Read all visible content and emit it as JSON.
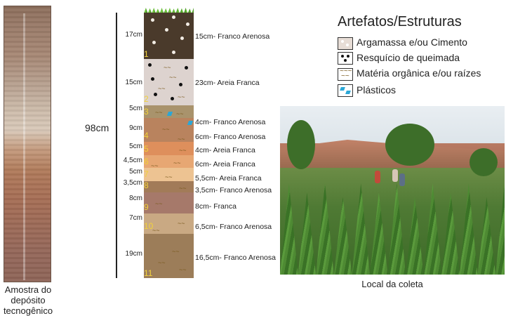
{
  "core_caption": "Amostra do depósito tecnogênico",
  "site_caption": "Local da coleta",
  "total_depth": "98cm",
  "legend": {
    "title": "Artefatos/Estruturas",
    "items": [
      {
        "label": "Argamassa e/ou Cimento",
        "icon": "white-dots-icon"
      },
      {
        "label": "Resquício de queimada",
        "icon": "black-dots-icon"
      },
      {
        "label": "Matéria orgânica e/ou raízes",
        "icon": "organic-matter-icon"
      },
      {
        "label": "Plásticos",
        "icon": "plastic-icon"
      }
    ]
  },
  "layers": [
    {
      "number": "1",
      "thickness": "17cm",
      "description": "15cm- Franco Arenosa",
      "color": "#4a3a2b"
    },
    {
      "number": "2",
      "thickness": "15cm",
      "description": "23cm- Areia Franca",
      "color": "#ddd3cf"
    },
    {
      "number": "3",
      "thickness": "5cm",
      "description": "4cm- Franco Arenosa",
      "color": "#a9936c"
    },
    {
      "number": "4",
      "thickness": "9cm",
      "description": "6cm- Franco Arenosa",
      "color": "#b9835e"
    },
    {
      "number": "5",
      "thickness": "5cm",
      "description": "4cm- Areia Franca",
      "color": "#de8f5c"
    },
    {
      "number": "6",
      "thickness": "4,5cm",
      "description": "6cm- Areia Franca",
      "color": "#e7a773"
    },
    {
      "number": "7",
      "thickness": "5cm",
      "description": "5,5cm- Areia Franca",
      "color": "#edc392"
    },
    {
      "number": "8",
      "thickness": "3,5cm",
      "description": "3,5cm- Franco Arenosa",
      "color": "#a27b58"
    },
    {
      "number": "9",
      "thickness": "8cm",
      "description": "8cm- Franca",
      "color": "#a6796a"
    },
    {
      "number": "10",
      "thickness": "7cm",
      "description": "6,5cm- Franco Arenosa",
      "color": "#c9a983"
    },
    {
      "number": "11",
      "thickness": "19cm",
      "description": "16,5cm- Franco Arenosa",
      "color": "#9c7d59"
    }
  ]
}
